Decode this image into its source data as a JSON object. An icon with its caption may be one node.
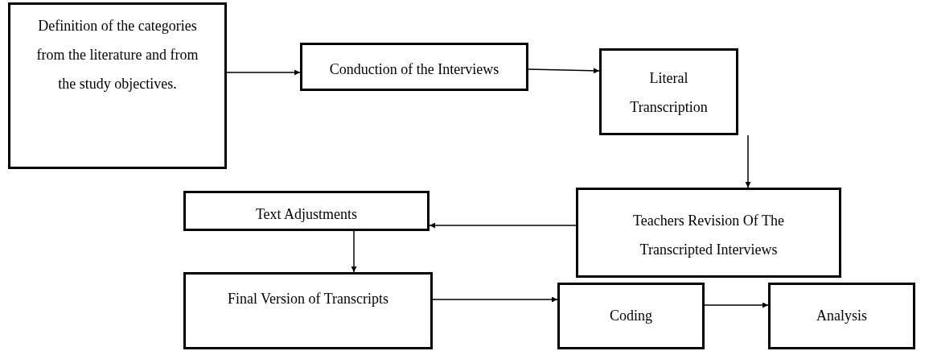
{
  "diagram": {
    "nodes": [
      {
        "text": [
          "Definition of the categories from the literature and from the study objectives."
        ]
      },
      {
        "text": [
          "Conduction of the Interviews"
        ]
      },
      {
        "text": [
          "Literal Transcription"
        ]
      },
      {
        "text": [
          "Teachers Revision Of The Transcripted Interviews"
        ]
      },
      {
        "text": [
          "Text Adjustments"
        ]
      },
      {
        "text": [
          "Final Version of Transcripts"
        ]
      },
      {
        "text": [
          "Coding"
        ]
      },
      {
        "text": [
          "Analysis"
        ]
      }
    ],
    "edges": [
      {
        "from": 0,
        "to": 1,
        "arrow": "to"
      },
      {
        "from": 1,
        "to": 2,
        "arrow": "to"
      },
      {
        "from": 2,
        "to": 3,
        "arrow": "to"
      },
      {
        "from": 3,
        "to": 4,
        "arrow": "to"
      },
      {
        "from": 4,
        "to": 5,
        "arrow": "to"
      },
      {
        "from": 5,
        "to": 6,
        "arrow": "to"
      },
      {
        "from": 6,
        "to": 7,
        "arrow": "to"
      }
    ]
  }
}
